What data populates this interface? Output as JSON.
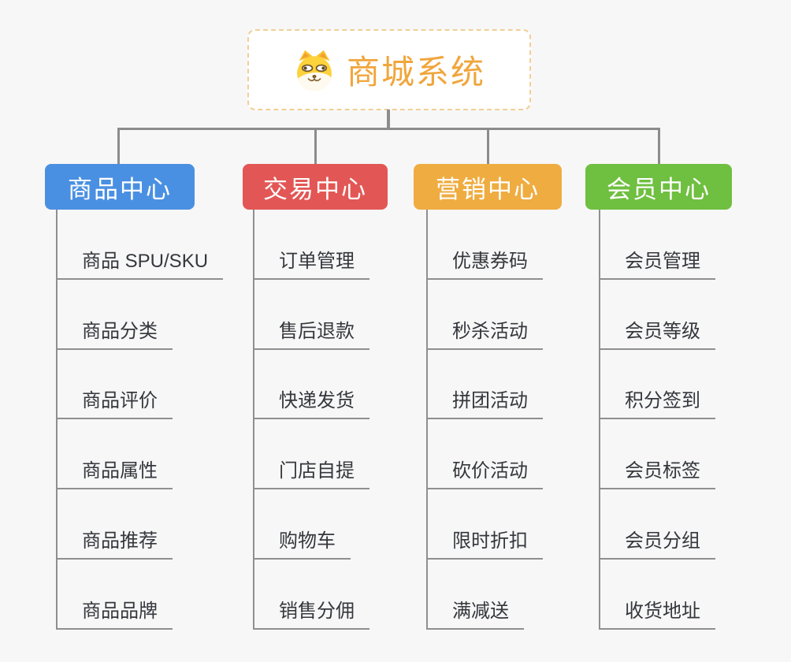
{
  "canvas": {
    "background": "#f7f7f7"
  },
  "root": {
    "title": "商城系统",
    "title_color": "#f0a63c",
    "border_color": "#f2cf97",
    "icon": "doge-icon"
  },
  "connector_color": "#8c8c8c",
  "child_line_color": "#8f8f8f",
  "child_text_color": "#34373c",
  "branches": [
    {
      "label": "商品中心",
      "color": "#4a90e2",
      "children": [
        "商品 SPU/SKU",
        "商品分类",
        "商品评价",
        "商品属性",
        "商品推荐",
        "商品品牌"
      ]
    },
    {
      "label": "交易中心",
      "color": "#e25755",
      "children": [
        "订单管理",
        "售后退款",
        "快递发货",
        "门店自提",
        "购物车",
        "销售分佣"
      ]
    },
    {
      "label": "营销中心",
      "color": "#efac40",
      "children": [
        "优惠券码",
        "秒杀活动",
        "拼团活动",
        "砍价活动",
        "限时折扣",
        "满减送"
      ]
    },
    {
      "label": "会员中心",
      "color": "#6fbf40",
      "children": [
        "会员管理",
        "会员等级",
        "积分签到",
        "会员标签",
        "会员分组",
        "收货地址"
      ]
    }
  ]
}
